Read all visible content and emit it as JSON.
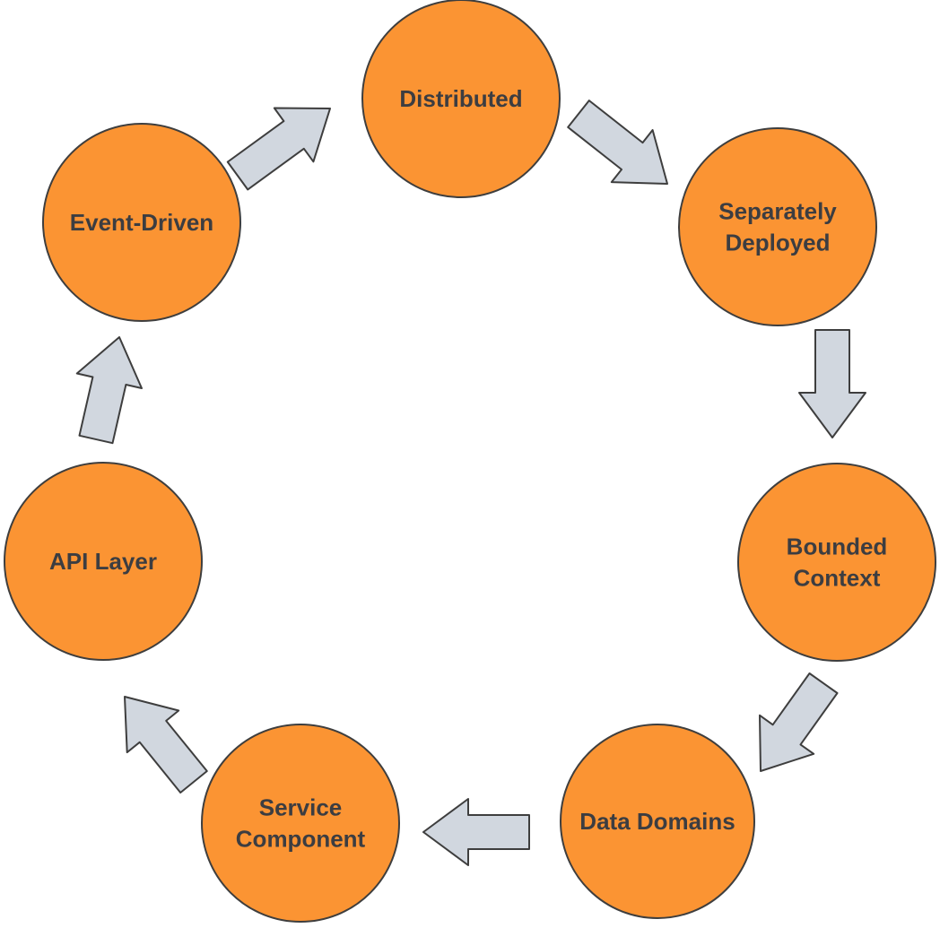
{
  "diagram": {
    "type": "cycle",
    "colors": {
      "node_fill": "#fb9433",
      "node_stroke": "#3e3e3e",
      "label_text": "#3c3d41",
      "arrow_fill": "#d1d7df",
      "arrow_stroke": "#3e3e3e",
      "background": "#ffffff"
    },
    "nodes": [
      {
        "id": "distributed",
        "label_lines": [
          "Distributed"
        ]
      },
      {
        "id": "separately-deployed",
        "label_lines": [
          "Separately",
          "Deployed"
        ]
      },
      {
        "id": "bounded-context",
        "label_lines": [
          "Bounded",
          "Context"
        ]
      },
      {
        "id": "data-domains",
        "label_lines": [
          "Data Domains"
        ]
      },
      {
        "id": "service-component",
        "label_lines": [
          "Service",
          "Component"
        ]
      },
      {
        "id": "api-layer",
        "label_lines": [
          "API Layer"
        ]
      },
      {
        "id": "event-driven",
        "label_lines": [
          "Event-Driven"
        ]
      }
    ],
    "edges": [
      {
        "from": "distributed",
        "to": "separately-deployed"
      },
      {
        "from": "separately-deployed",
        "to": "bounded-context"
      },
      {
        "from": "bounded-context",
        "to": "data-domains"
      },
      {
        "from": "data-domains",
        "to": "service-component"
      },
      {
        "from": "service-component",
        "to": "api-layer"
      },
      {
        "from": "api-layer",
        "to": "event-driven"
      },
      {
        "from": "event-driven",
        "to": "distributed"
      }
    ]
  }
}
